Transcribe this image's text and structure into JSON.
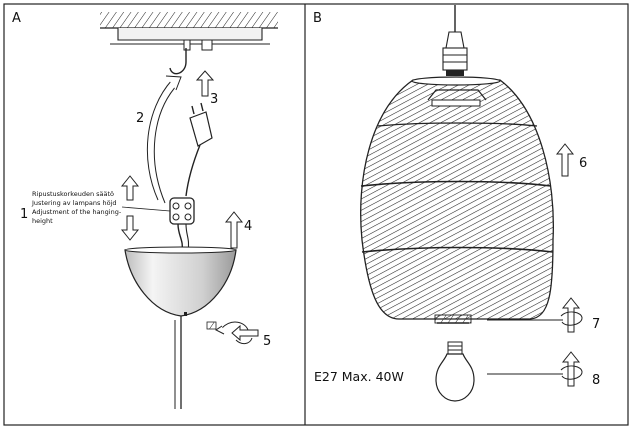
{
  "panels": {
    "a": {
      "label": "A"
    },
    "b": {
      "label": "B"
    }
  },
  "steps": {
    "s1": "1",
    "s2": "2",
    "s3": "3",
    "s4": "4",
    "s5": "5",
    "s6": "6",
    "s7": "7",
    "s8": "8"
  },
  "hanging_note": {
    "line1": "Ripustuskorkeuden säätö",
    "line2": "Justering av lampans höjd",
    "line3": "Adjustment of the hanging-",
    "line4": "height"
  },
  "bulb_spec": "E27 Max. 40W"
}
